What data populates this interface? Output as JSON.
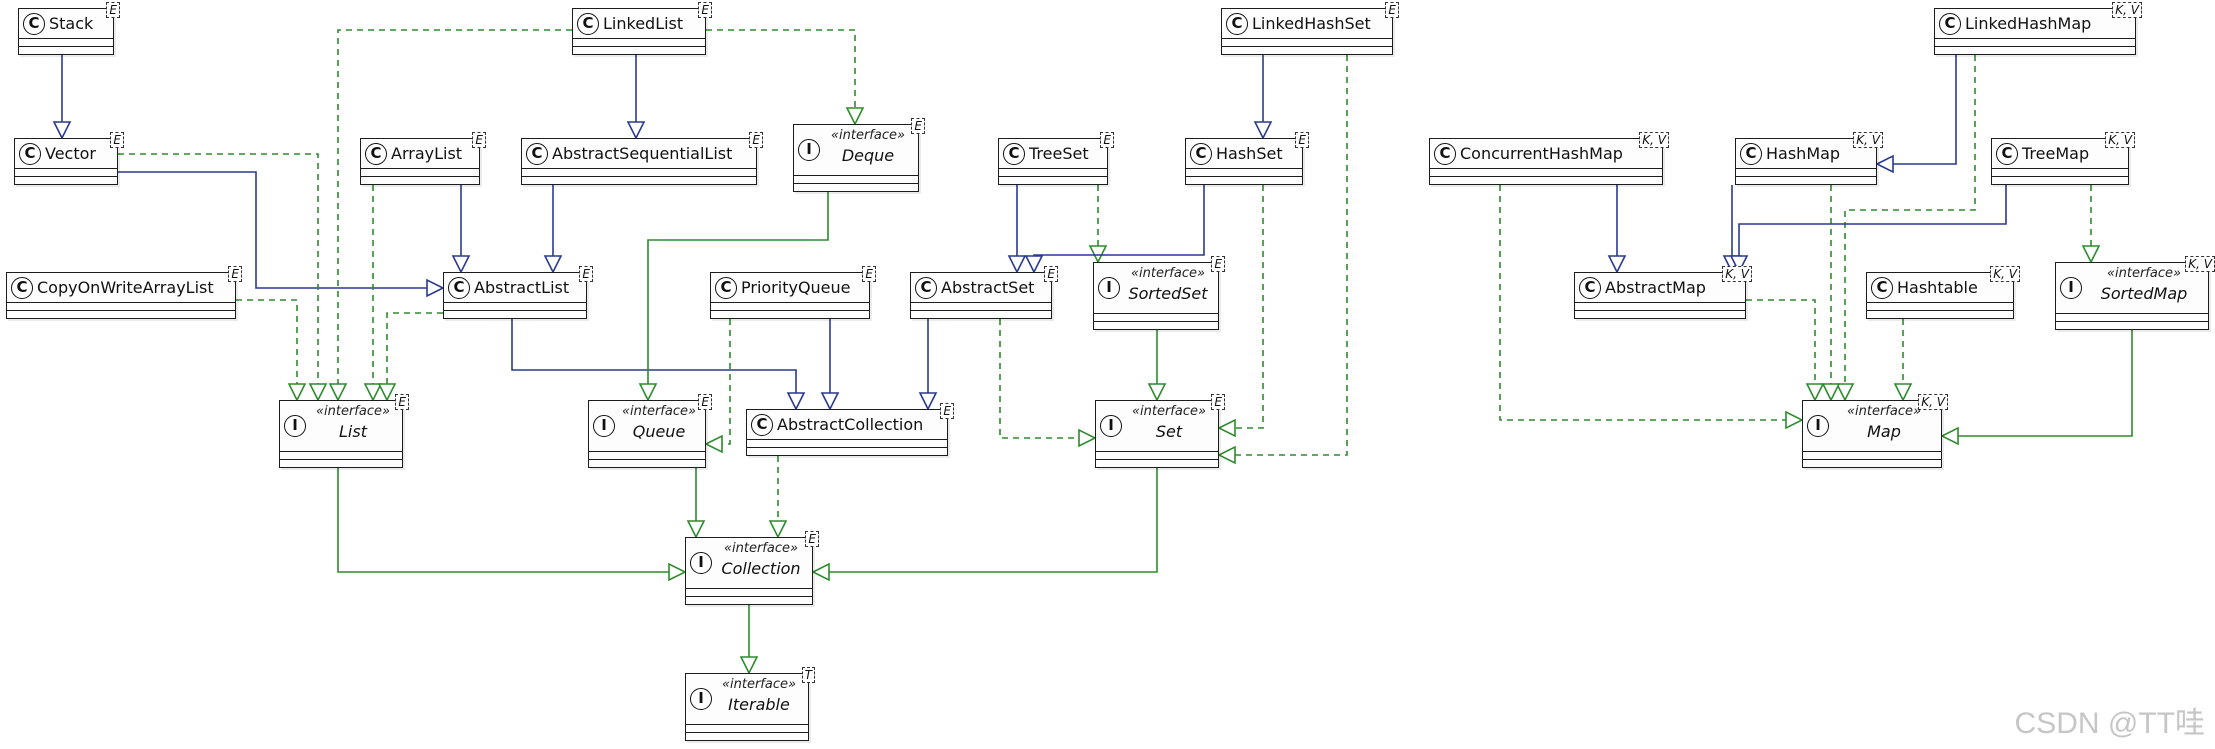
{
  "diagram": {
    "stereotype": "«interface»",
    "colors": {
      "extends": "#2a3a8c",
      "implements": "#2e8b2e",
      "interface_extends": "#2e8b2e",
      "border": "#1c1c1c"
    },
    "nodes": [
      {
        "id": "stack",
        "name": "Stack",
        "kind": "class",
        "tp": "E"
      },
      {
        "id": "linkedlist",
        "name": "LinkedList",
        "kind": "class",
        "tp": "E"
      },
      {
        "id": "linkedhashset",
        "name": "LinkedHashSet",
        "kind": "class",
        "tp": "E"
      },
      {
        "id": "linkedhashmap",
        "name": "LinkedHashMap",
        "kind": "class",
        "tp": "K, V"
      },
      {
        "id": "vector",
        "name": "Vector",
        "kind": "class",
        "tp": "E"
      },
      {
        "id": "arraylist",
        "name": "ArrayList",
        "kind": "class",
        "tp": "E"
      },
      {
        "id": "abstractsequentiallist",
        "name": "AbstractSequentialList",
        "kind": "class",
        "tp": "E"
      },
      {
        "id": "deque",
        "name": "Deque",
        "kind": "interface",
        "tp": "E"
      },
      {
        "id": "treeset",
        "name": "TreeSet",
        "kind": "class",
        "tp": "E"
      },
      {
        "id": "hashset",
        "name": "HashSet",
        "kind": "class",
        "tp": "E"
      },
      {
        "id": "concurrenthashmap",
        "name": "ConcurrentHashMap",
        "kind": "class",
        "tp": "K, V"
      },
      {
        "id": "hashmap",
        "name": "HashMap",
        "kind": "class",
        "tp": "K, V"
      },
      {
        "id": "treemap",
        "name": "TreeMap",
        "kind": "class",
        "tp": "K, V"
      },
      {
        "id": "copyonwritearraylist",
        "name": "CopyOnWriteArrayList",
        "kind": "class",
        "tp": "E"
      },
      {
        "id": "abstractlist",
        "name": "AbstractList",
        "kind": "class",
        "tp": "E"
      },
      {
        "id": "priorityqueue",
        "name": "PriorityQueue",
        "kind": "class",
        "tp": "E"
      },
      {
        "id": "abstractset",
        "name": "AbstractSet",
        "kind": "class",
        "tp": "E"
      },
      {
        "id": "sortedset",
        "name": "SortedSet",
        "kind": "interface",
        "tp": "E"
      },
      {
        "id": "abstractmap",
        "name": "AbstractMap",
        "kind": "class",
        "tp": "K, V"
      },
      {
        "id": "hashtable",
        "name": "Hashtable",
        "kind": "class",
        "tp": "K, V"
      },
      {
        "id": "sortedmap",
        "name": "SortedMap",
        "kind": "interface",
        "tp": "K, V"
      },
      {
        "id": "list",
        "name": "List",
        "kind": "interface",
        "tp": "E"
      },
      {
        "id": "queue",
        "name": "Queue",
        "kind": "interface",
        "tp": "E"
      },
      {
        "id": "abstractcollection",
        "name": "AbstractCollection",
        "kind": "class",
        "tp": "E"
      },
      {
        "id": "set",
        "name": "Set",
        "kind": "interface",
        "tp": "E"
      },
      {
        "id": "map",
        "name": "Map",
        "kind": "interface",
        "tp": "K, V"
      },
      {
        "id": "collection",
        "name": "Collection",
        "kind": "interface",
        "tp": "E"
      },
      {
        "id": "iterable",
        "name": "Iterable",
        "kind": "interface",
        "tp": "T"
      }
    ],
    "edges": [
      {
        "from": "stack",
        "to": "vector",
        "type": "extends"
      },
      {
        "from": "vector",
        "to": "abstractlist",
        "type": "extends"
      },
      {
        "from": "vector",
        "to": "list",
        "type": "implements"
      },
      {
        "from": "linkedlist",
        "to": "abstractsequentiallist",
        "type": "extends"
      },
      {
        "from": "linkedlist",
        "to": "list",
        "type": "implements"
      },
      {
        "from": "linkedlist",
        "to": "deque",
        "type": "implements"
      },
      {
        "from": "arraylist",
        "to": "abstractlist",
        "type": "extends"
      },
      {
        "from": "arraylist",
        "to": "list",
        "type": "implements"
      },
      {
        "from": "abstractsequentiallist",
        "to": "abstractlist",
        "type": "extends"
      },
      {
        "from": "copyonwritearraylist",
        "to": "list",
        "type": "implements"
      },
      {
        "from": "abstractlist",
        "to": "abstractcollection",
        "type": "extends"
      },
      {
        "from": "abstractlist",
        "to": "list",
        "type": "implements"
      },
      {
        "from": "deque",
        "to": "queue",
        "type": "interface_extends"
      },
      {
        "from": "priorityqueue",
        "to": "abstractcollection",
        "type": "extends"
      },
      {
        "from": "priorityqueue",
        "to": "queue",
        "type": "implements"
      },
      {
        "from": "treeset",
        "to": "abstractset",
        "type": "extends"
      },
      {
        "from": "treeset",
        "to": "sortedset",
        "type": "implements"
      },
      {
        "from": "hashset",
        "to": "abstractset",
        "type": "extends"
      },
      {
        "from": "hashset",
        "to": "set",
        "type": "implements"
      },
      {
        "from": "linkedhashset",
        "to": "hashset",
        "type": "extends"
      },
      {
        "from": "linkedhashset",
        "to": "set",
        "type": "implements"
      },
      {
        "from": "abstractset",
        "to": "abstractcollection",
        "type": "extends"
      },
      {
        "from": "abstractset",
        "to": "set",
        "type": "implements"
      },
      {
        "from": "sortedset",
        "to": "set",
        "type": "interface_extends"
      },
      {
        "from": "list",
        "to": "collection",
        "type": "interface_extends"
      },
      {
        "from": "queue",
        "to": "collection",
        "type": "interface_extends"
      },
      {
        "from": "set",
        "to": "collection",
        "type": "interface_extends"
      },
      {
        "from": "abstractcollection",
        "to": "collection",
        "type": "implements"
      },
      {
        "from": "collection",
        "to": "iterable",
        "type": "interface_extends"
      },
      {
        "from": "linkedhashmap",
        "to": "hashmap",
        "type": "extends"
      },
      {
        "from": "linkedhashmap",
        "to": "map",
        "type": "implements"
      },
      {
        "from": "concurrenthashmap",
        "to": "abstractmap",
        "type": "extends"
      },
      {
        "from": "concurrenthashmap",
        "to": "map",
        "type": "implements"
      },
      {
        "from": "hashmap",
        "to": "abstractmap",
        "type": "extends"
      },
      {
        "from": "hashmap",
        "to": "map",
        "type": "implements"
      },
      {
        "from": "treemap",
        "to": "abstractmap",
        "type": "extends"
      },
      {
        "from": "treemap",
        "to": "sortedmap",
        "type": "implements"
      },
      {
        "from": "abstractmap",
        "to": "map",
        "type": "implements"
      },
      {
        "from": "hashtable",
        "to": "map",
        "type": "implements"
      },
      {
        "from": "sortedmap",
        "to": "map",
        "type": "interface_extends"
      }
    ]
  },
  "watermark": "CSDN @TT哇"
}
